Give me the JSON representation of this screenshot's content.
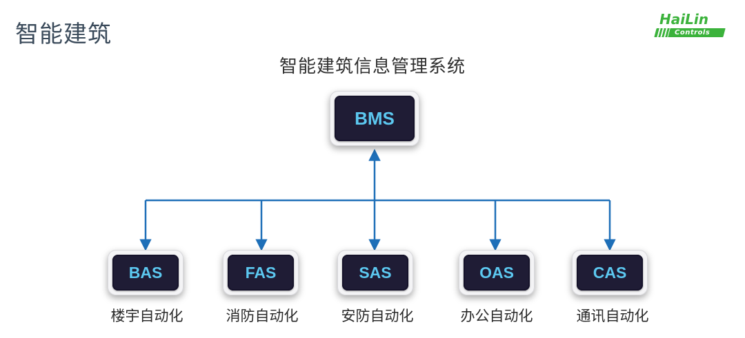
{
  "page_title": "智能建筑",
  "logo": {
    "word": "HaiLin",
    "sub": "Controls",
    "color": "#3bb23b"
  },
  "diagram": {
    "title": "智能建筑信息管理系统",
    "root": {
      "label": "BMS"
    },
    "children": [
      {
        "label": "BAS",
        "caption": "楼宇自动化"
      },
      {
        "label": "FAS",
        "caption": "消防自动化"
      },
      {
        "label": "SAS",
        "caption": "安防自动化"
      },
      {
        "label": "OAS",
        "caption": "办公自动化"
      },
      {
        "label": "CAS",
        "caption": "通讯自动化"
      }
    ],
    "colors": {
      "connector": "#1e6fb8",
      "node_fill": "#1f1c35",
      "node_text": "#5cc8f0",
      "node_frame": "#f4f4f6"
    }
  }
}
